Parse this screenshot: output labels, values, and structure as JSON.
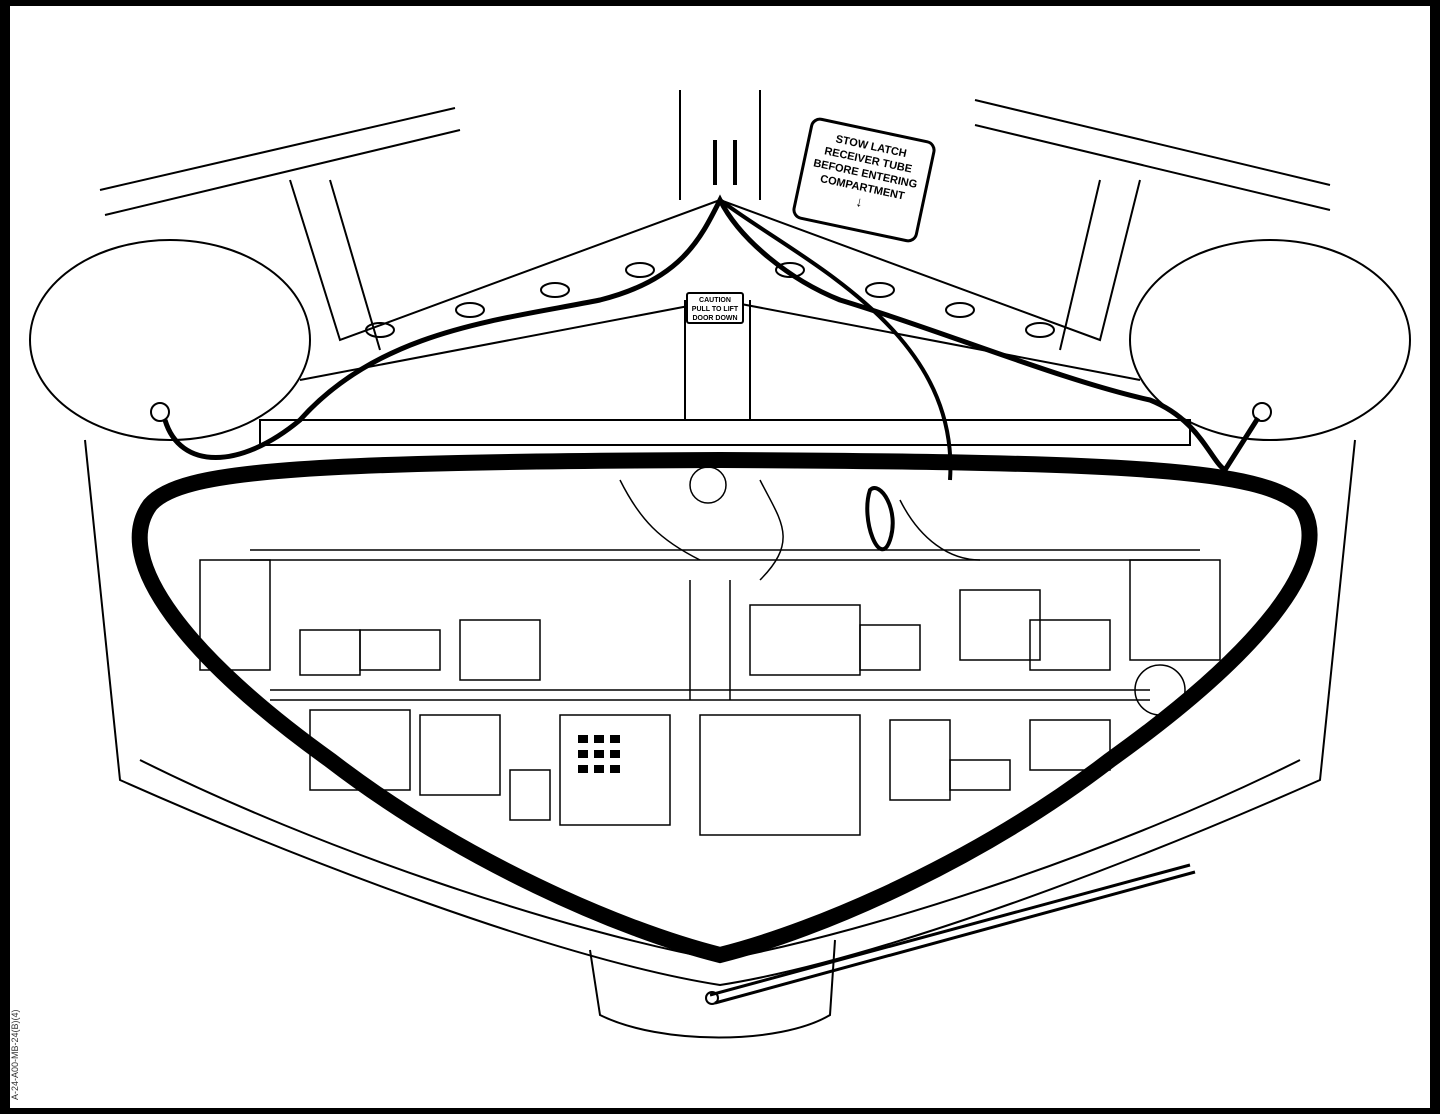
{
  "figure": {
    "placard": {
      "lines": [
        "STOW LATCH",
        "RECEIVER TUBE",
        "BEFORE ENTERING",
        "COMPARTMENT"
      ],
      "arrow": "↓"
    },
    "caution_label": {
      "title": "CAUTION",
      "lines": [
        "PULL TO LIFT",
        "DOOR DOWN"
      ]
    },
    "figure_code": "A-24-A00-MB-24(B)(4)"
  }
}
